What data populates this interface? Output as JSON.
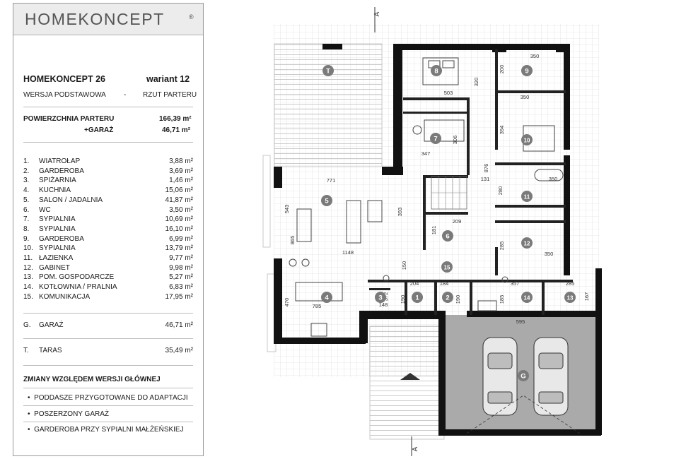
{
  "logo": "HOMEKONCEPT",
  "project": {
    "name": "HOMEKONCEPT 26",
    "variant": "wariant 12",
    "version": "WERSJA PODSTAWOWA",
    "separator": "-",
    "plan_label": "RZUT PARTERU"
  },
  "areas": {
    "ground_label": "POWIERZCHNIA PARTERU",
    "ground_value": "166,39 m²",
    "garage_label": "+GARAŻ",
    "garage_value": "46,71 m²"
  },
  "rooms": [
    {
      "num": "1.",
      "name": "WIATROŁAP",
      "area": "3,88 m²"
    },
    {
      "num": "2.",
      "name": "GARDEROBA",
      "area": "3,69 m²"
    },
    {
      "num": "3.",
      "name": "SPIŻARNIA",
      "area": "1,46 m²"
    },
    {
      "num": "4.",
      "name": "KUCHNIA",
      "area": "15,06 m²"
    },
    {
      "num": "5.",
      "name": "SALON / JADALNIA",
      "area": "41,87 m²"
    },
    {
      "num": "6.",
      "name": "WC",
      "area": "3,50 m²"
    },
    {
      "num": "7.",
      "name": "SYPIALNIA",
      "area": "10,69 m²"
    },
    {
      "num": "8.",
      "name": "SYPIALNIA",
      "area": "16,10 m²"
    },
    {
      "num": "9.",
      "name": "GARDEROBA",
      "area": "6,99 m²"
    },
    {
      "num": "10.",
      "name": "SYPIALNIA",
      "area": "13,79 m²"
    },
    {
      "num": "11.",
      "name": "ŁAZIENKA",
      "area": "9,77 m²"
    },
    {
      "num": "12.",
      "name": "GABINET",
      "area": "9,98 m²"
    },
    {
      "num": "13.",
      "name": "POM. GOSPODARCZE",
      "area": "5,27 m²"
    },
    {
      "num": "14.",
      "name": "KOTŁOWNIA / PRALNIA",
      "area": "6,83 m²"
    },
    {
      "num": "15.",
      "name": "KOMUNIKACJA",
      "area": "17,95 m²"
    }
  ],
  "garage": {
    "code": "G.",
    "name": "GARAŻ",
    "area": "46,71 m²"
  },
  "terrace": {
    "code": "T.",
    "name": "TARAS",
    "area": "35,49 m²"
  },
  "changes": {
    "title": "ZMIANY WZGLĘDEM WERSJI GŁÓWNEJ",
    "items": [
      "PODDASZE PRZYGOTOWANE DO ADAPTACJI",
      "POSZERZONY GARAŻ",
      "GARDEROBA PRZY SYPIALNI MAŁŻEŃSKIEJ"
    ]
  },
  "plan": {
    "section_marker": "A",
    "room_markers": [
      "1",
      "2",
      "3",
      "4",
      "5",
      "6",
      "7",
      "8",
      "9",
      "10",
      "11",
      "12",
      "13",
      "14",
      "15",
      "T",
      "G"
    ],
    "dimensions": [
      "350",
      "503",
      "320",
      "200",
      "350",
      "394",
      "347",
      "306",
      "876",
      "771",
      "131",
      "280",
      "350",
      "543",
      "393",
      "209",
      "181",
      "1148",
      "865",
      "150",
      "285",
      "350",
      "357",
      "285",
      "204",
      "184",
      "190",
      "190",
      "185",
      "167",
      "148",
      "372",
      "470",
      "785",
      "595"
    ]
  },
  "colors": {
    "wall": "#111111",
    "garage_fill": "#aaaaaa",
    "marker_fill": "#7a7a7a",
    "terrace_grid": "#cfcfcf"
  }
}
